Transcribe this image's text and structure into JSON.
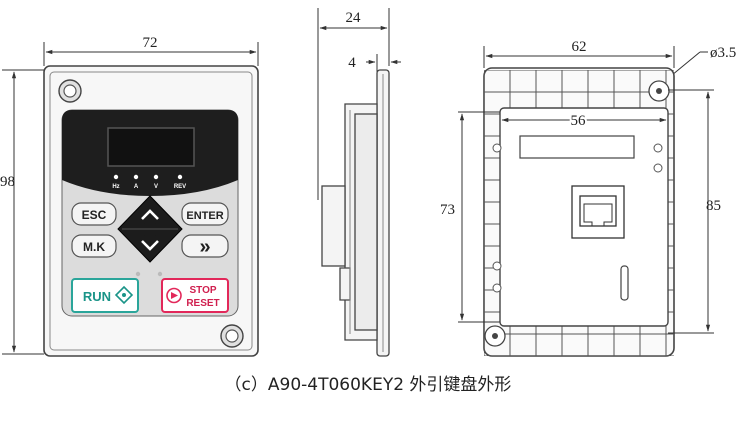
{
  "caption": "（c）A90-4T060KEY2 外引键盘外形",
  "front_view": {
    "width_dim": "72",
    "height_dim": "98",
    "indicators": [
      "Hz",
      "A",
      "V",
      "REV"
    ],
    "buttons": {
      "esc": "ESC",
      "enter": "ENTER",
      "mk": "M.K",
      "shift": "»",
      "run": "RUN",
      "stop_line1": "STOP",
      "stop_line2": "RESET"
    }
  },
  "side_view": {
    "depth_dim": "24",
    "flange_dim": "4"
  },
  "back_view": {
    "width_dim": "62",
    "hole_dim": "ø3.5",
    "inner_width_dim": "56",
    "inner_height_dim": "73",
    "outer_height_dim": "85"
  }
}
